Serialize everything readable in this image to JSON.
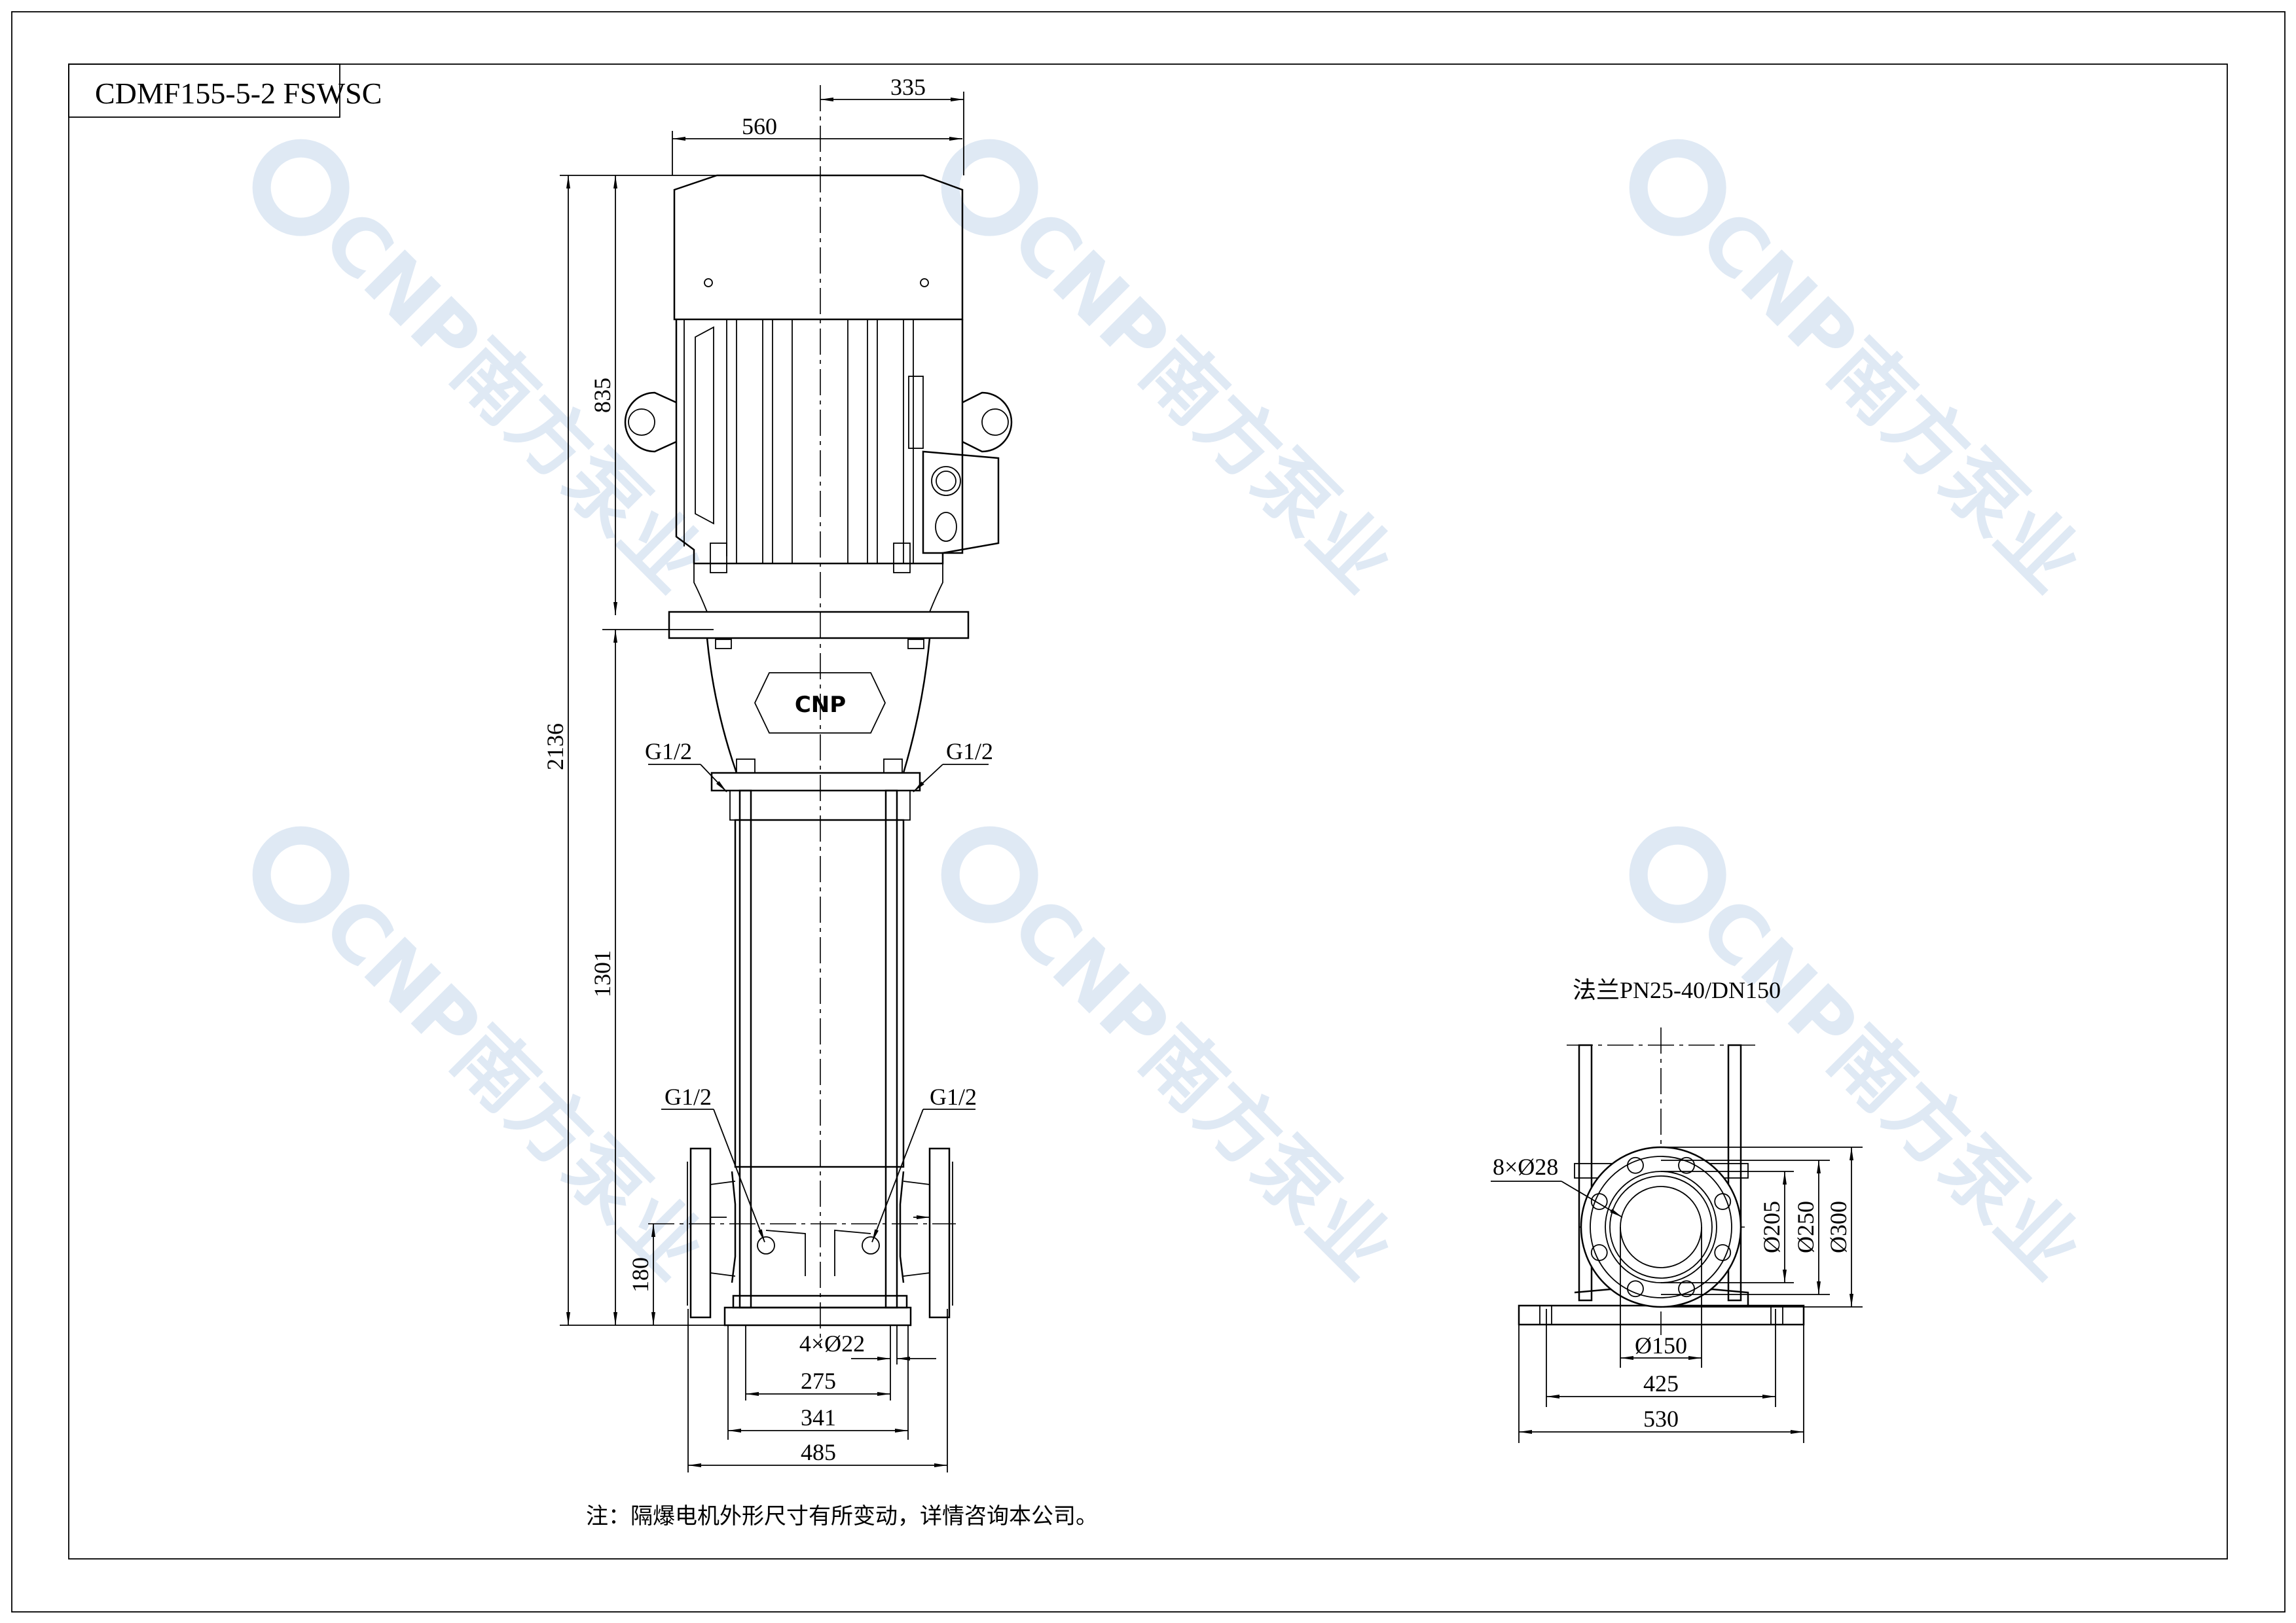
{
  "title": "CDMF155-5-2 FSWSC",
  "watermark": {
    "brand": "CNP",
    "name": "南方泵业",
    "color": "#dfe9f4"
  },
  "front_view": {
    "dimensions": {
      "top_offset": "335",
      "motor_width": "560",
      "total_height": "2136",
      "motor_height": "835",
      "pump_height": "1301",
      "port_height": "180",
      "bolt_holes": "4×Ø22",
      "base_inner": "275",
      "base_outer": "341",
      "flange_span": "485"
    },
    "ports": [
      "G1/2",
      "G1/2",
      "G1/2",
      "G1/2"
    ],
    "bracket_logo": "CNP"
  },
  "side_view": {
    "flange_spec": "法兰PN25-40/DN150",
    "bolt_holes": "8×Ø28",
    "dimensions": {
      "d205": "Ø205",
      "d250": "Ø250",
      "d300": "Ø300",
      "d150": "Ø150",
      "base_inner": "425",
      "base_outer": "530"
    }
  },
  "note": "注：隔爆电机外形尺寸有所变动，详情咨询本公司。"
}
